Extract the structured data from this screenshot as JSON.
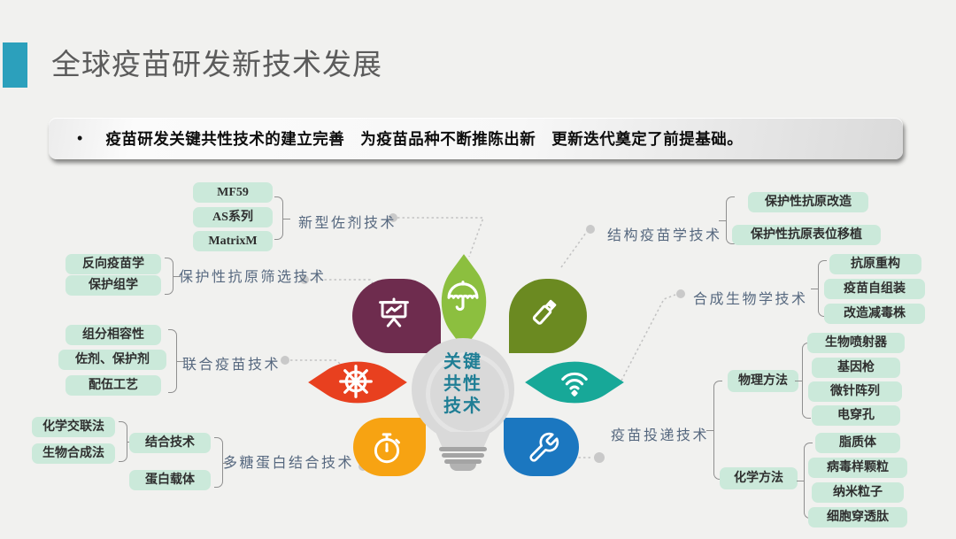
{
  "slide": {
    "title": "全球疫苗研发新技术发展",
    "bullet": {
      "marker": "•",
      "text": "疫苗研发关键共性技术的建立完善　为疫苗品种不断推陈出新　更新迭代奠定了前提基础。"
    },
    "background_color": "#f1f1ef",
    "accent_color": "#2CA0BC"
  },
  "center": {
    "line1": "关键",
    "line2": "共性",
    "line3": "技术",
    "text_color": "#1F7E95",
    "bulb_color": "#d9d9d9"
  },
  "petals": {
    "top": {
      "icon": "umbrella-icon",
      "color": "#8CBF3F"
    },
    "top_left": {
      "icon": "presentation-chart-icon",
      "color": "#6E2C4E"
    },
    "top_right": {
      "icon": "usb-drive-icon",
      "color": "#6B8A21"
    },
    "left": {
      "icon": "ship-wheel-icon",
      "color": "#E8401F"
    },
    "right": {
      "icon": "wifi-icon",
      "color": "#17A898"
    },
    "bottom_left": {
      "icon": "stopwatch-icon",
      "color": "#F7A312"
    },
    "bottom_right": {
      "icon": "wrench-icon",
      "color": "#1B77C0"
    }
  },
  "branches": {
    "adjuvant": {
      "label": "新型佐剂技术",
      "items": [
        "MF59",
        "AS系列",
        "MatrixM"
      ]
    },
    "screening": {
      "label": "保护性抗原筛选技术",
      "items": [
        "反向疫苗学",
        "保护组学"
      ]
    },
    "combined": {
      "label": "联合疫苗技术",
      "items": [
        "组分相容性",
        "佐剂、保护剂",
        "配伍工艺"
      ]
    },
    "conjugate": {
      "label": "多糖蛋白结合技术",
      "binding_methods": [
        "化学交联法",
        "生物合成法"
      ],
      "binding_tech": "结合技术",
      "protein_carrier": "蛋白载体"
    },
    "structural": {
      "label": "结构疫苗学技术",
      "items": [
        "保护性抗原改造",
        "保护性抗原表位移植"
      ]
    },
    "synthetic": {
      "label": "合成生物学技术",
      "items": [
        "抗原重构",
        "疫苗自组装",
        "改造减毒株"
      ]
    },
    "delivery": {
      "label": "疫苗投递技术",
      "physical": {
        "label": "物理方法",
        "items": [
          "生物喷射器",
          "基因枪",
          "微针阵列",
          "电穿孔"
        ]
      },
      "chemical": {
        "label": "化学方法",
        "items": [
          "脂质体",
          "病毒样颗粒",
          "纳米粒子",
          "细胞穿透肽"
        ]
      }
    }
  },
  "item_box_color": "#CBE9DA"
}
